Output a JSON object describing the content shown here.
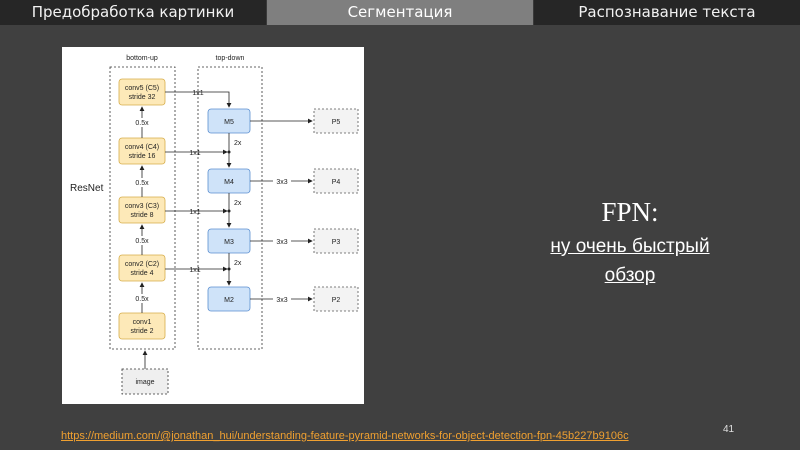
{
  "tabs": [
    {
      "label": "Предобработка картинки",
      "active": false
    },
    {
      "label": "Сегментация",
      "active": true
    },
    {
      "label": "Распознавание текста",
      "active": false
    }
  ],
  "title": {
    "main": "FPN:",
    "line1": "ну очень быстрый",
    "line2": "обзор"
  },
  "page_number": "41",
  "source_link": "https://medium.com/@jonathan_hui/understanding-feature-pyramid-networks-for-object-detection-fpn-45b227b9106c",
  "diagram": {
    "group_bottom_up": "bottom-up",
    "group_top_down": "top-down",
    "backbone_label": "ResNet",
    "input_label": "image",
    "conv": [
      {
        "name": "conv5 (C5)",
        "stride": "stride 32"
      },
      {
        "name": "conv4 (C4)",
        "stride": "stride 16"
      },
      {
        "name": "conv3 (C3)",
        "stride": "stride 8"
      },
      {
        "name": "conv2 (C2)",
        "stride": "stride 4"
      },
      {
        "name": "conv1",
        "stride": "stride 2"
      }
    ],
    "scale_labels": [
      "0.5x",
      "0.5x",
      "0.5x",
      "0.5x"
    ],
    "lateral_labels": [
      "1x1",
      "1x1",
      "1x1",
      "1x1"
    ],
    "upsample_labels": [
      "2x",
      "2x",
      "2x"
    ],
    "merge": [
      "M5",
      "M4",
      "M3",
      "M2"
    ],
    "smooth_labels": [
      "3x3",
      "3x3",
      "3x3"
    ],
    "outputs": [
      "P5",
      "P4",
      "P3",
      "P2"
    ]
  },
  "colors": {
    "tab_bg": "#262626",
    "tab_active_bg": "#7f7f7f",
    "slide_bg": "#404040",
    "conv_fill": "#fde9b8",
    "conv_stroke": "#d6ad4a",
    "merge_fill": "#cfe3f9",
    "merge_stroke": "#5b8fd0",
    "link": "#f0a030"
  }
}
